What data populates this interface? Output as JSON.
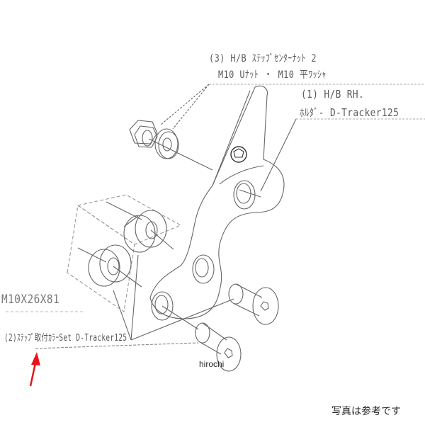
{
  "diagram": {
    "type": "exploded-parts-view",
    "callouts": [
      {
        "id": "3",
        "line1": "(3) H/B ｽﾃｯﾌﾟｾﾝﾀｰﾅｯﾄ  2",
        "line2": "M10 Uﾅｯﾄ ・ M10 平ﾜｯｼｬ"
      },
      {
        "id": "1",
        "line1": "(1) H/B RH.",
        "line2": "ﾎﾙﾀﾞ- D-Tracker125"
      },
      {
        "id": "2",
        "line1": "(2)ｽﾃｯﾌﾟ取付ｶﾗｰSet D-Tracker125"
      }
    ],
    "dimension_label": "M10X26X81",
    "parts": [
      "hex-nut",
      "flat-washer",
      "holder-bracket-rh",
      "collar",
      "collar",
      "flanged-bolt",
      "flanged-bolt"
    ],
    "accent_color": "#e8141a"
  },
  "watermark": "hirochi",
  "note": "写真は参考です"
}
